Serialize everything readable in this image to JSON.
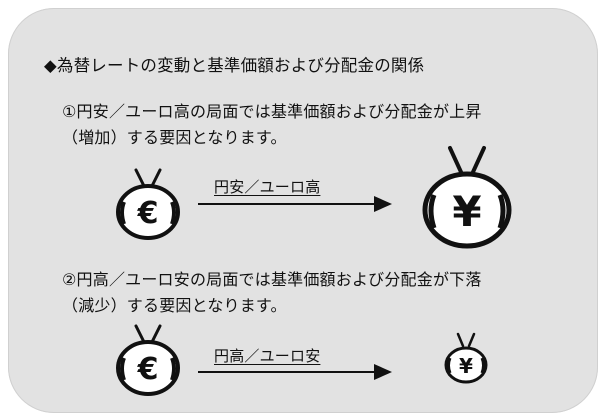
{
  "heading": "◆為替レートの変動と基準価額および分配金の関係",
  "case1": {
    "line1": "①円安／ユーロ高の局面では基準価額および分配金が上昇",
    "line2": "（増加）する要因となります。",
    "arrow_label": "円安／ユーロ高",
    "from_symbol": "€",
    "to_symbol": "¥"
  },
  "case2": {
    "line1": "②円高／ユーロ安の局面では基準価額および分配金が下落",
    "line2": "（減少）する要因となります。",
    "arrow_label": "円高／ユーロ安",
    "from_symbol": "€",
    "to_symbol": "¥"
  },
  "colors": {
    "panel": "#e2e2e2",
    "ink": "#111111",
    "bag_fill": "#ffffff"
  },
  "icons": [
    "euro-money-bag-icon",
    "yen-money-bag-icon",
    "right-arrow-icon"
  ]
}
